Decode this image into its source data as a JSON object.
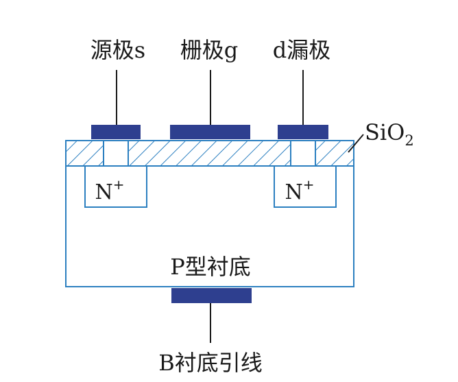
{
  "diagram": {
    "labels": {
      "source": "源极s",
      "gate": "栅极g",
      "drain": "d漏极",
      "oxide_base": "SiO",
      "oxide_sub": "2",
      "n_left": "N",
      "n_left_sup": "+",
      "n_right": "N",
      "n_right_sup": "+",
      "substrate": "P型衬底",
      "bulk": "B衬底引线"
    },
    "colors": {
      "outline": "#2b7fc0",
      "electrode": "#2e3f8f",
      "wire": "#1a1a1a",
      "text": "#1a1a1a",
      "background": "#ffffff"
    }
  }
}
